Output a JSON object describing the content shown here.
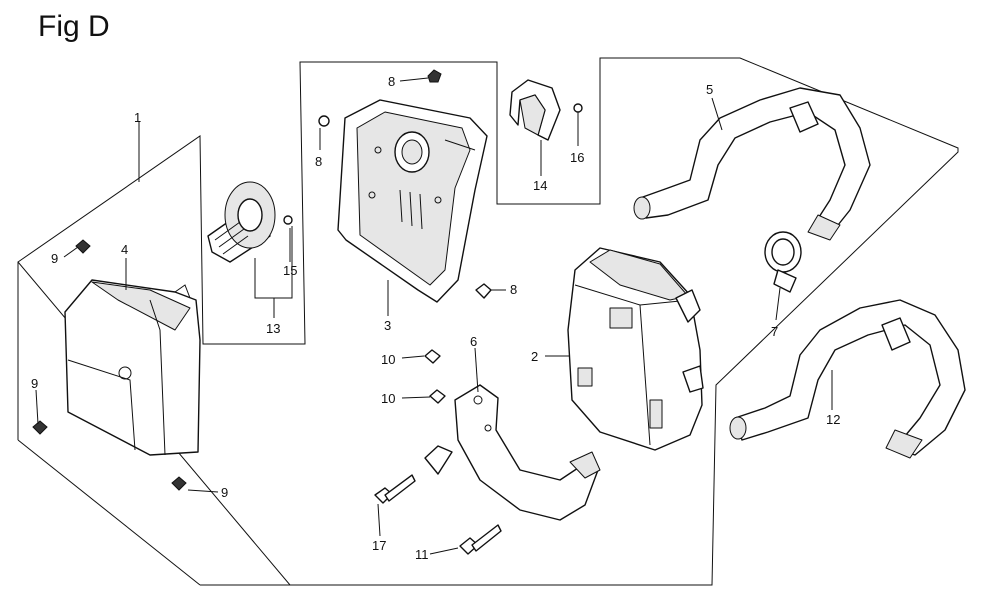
{
  "figure": {
    "title": "Fig D"
  },
  "callouts": {
    "c1": "1",
    "c2": "2",
    "c3": "3",
    "c4": "4",
    "c5": "5",
    "c6": "6",
    "c7": "7",
    "c8a": "8",
    "c8b": "8",
    "c8c": "8",
    "c9a": "9",
    "c9b": "9",
    "c9c": "9",
    "c10a": "10",
    "c10b": "10",
    "c11": "11",
    "c12": "12",
    "c13": "13",
    "c14": "14",
    "c15": "15",
    "c16": "16",
    "c17": "17"
  }
}
